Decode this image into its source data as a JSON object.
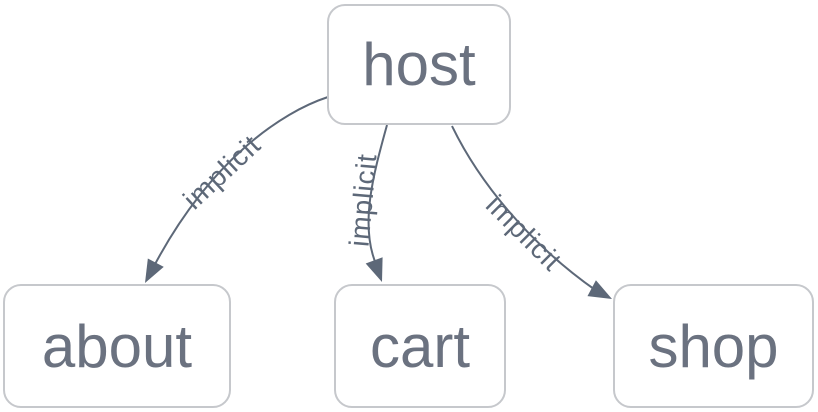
{
  "graph": {
    "nodes": [
      {
        "id": "host",
        "label": "host"
      },
      {
        "id": "about",
        "label": "about"
      },
      {
        "id": "cart",
        "label": "cart"
      },
      {
        "id": "shop",
        "label": "shop"
      }
    ],
    "edges": [
      {
        "from": "host",
        "to": "about",
        "label": "implicit"
      },
      {
        "from": "host",
        "to": "cart",
        "label": "implicit"
      },
      {
        "from": "host",
        "to": "shop",
        "label": "implicit"
      }
    ],
    "colors": {
      "background": "#ffffff",
      "node_fill": "#ffffff",
      "node_border": "#c6c8cc",
      "node_text": "#6b7280",
      "edge": "#5d6878",
      "edge_label": "#5d6878"
    }
  }
}
